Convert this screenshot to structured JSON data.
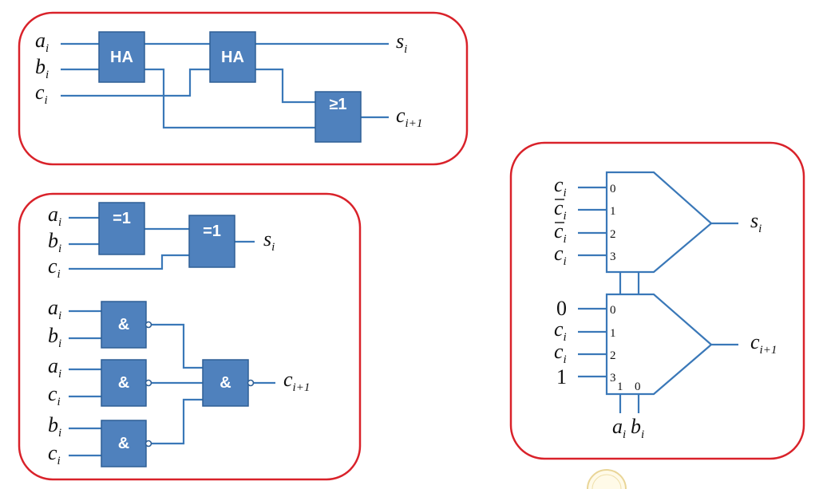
{
  "panel_full_adder_ha": {
    "inputs": [
      {
        "base": "a",
        "sub": "i"
      },
      {
        "base": "b",
        "sub": "i"
      },
      {
        "base": "c",
        "sub": "i"
      }
    ],
    "gates": [
      "HA",
      "HA",
      "≥1"
    ],
    "outputs": [
      {
        "base": "s",
        "sub": "i"
      },
      {
        "base": "c",
        "sub": "i+1"
      }
    ]
  },
  "panel_full_adder_gates": {
    "xor_inputs": [
      {
        "base": "a",
        "sub": "i"
      },
      {
        "base": "b",
        "sub": "i"
      },
      {
        "base": "c",
        "sub": "i"
      }
    ],
    "xor_gates": [
      "=1",
      "=1"
    ],
    "xor_output": {
      "base": "s",
      "sub": "i"
    },
    "nand_inputs": [
      {
        "base": "a",
        "sub": "i"
      },
      {
        "base": "b",
        "sub": "i"
      },
      {
        "base": "a",
        "sub": "i"
      },
      {
        "base": "c",
        "sub": "i"
      },
      {
        "base": "b",
        "sub": "i"
      },
      {
        "base": "c",
        "sub": "i"
      }
    ],
    "nand_gates": [
      "&",
      "&",
      "&",
      "&"
    ],
    "nand_output": {
      "base": "c",
      "sub": "i+1"
    }
  },
  "panel_full_adder_mux": {
    "top_inputs": [
      {
        "base": "c",
        "sub": "i",
        "bar": false
      },
      {
        "base": "c",
        "sub": "i",
        "bar": true
      },
      {
        "base": "c",
        "sub": "i",
        "bar": true
      },
      {
        "base": "c",
        "sub": "i",
        "bar": false
      }
    ],
    "top_input_numbers": [
      "0",
      "1",
      "2",
      "3"
    ],
    "top_output": {
      "base": "s",
      "sub": "i"
    },
    "bottom_inputs": [
      {
        "base": "0",
        "sub": "",
        "bar": false
      },
      {
        "base": "c",
        "sub": "i",
        "bar": false
      },
      {
        "base": "c",
        "sub": "i",
        "bar": false
      },
      {
        "base": "1",
        "sub": "",
        "bar": false
      }
    ],
    "bottom_input_numbers": [
      "0",
      "1",
      "2",
      "3"
    ],
    "select_numbers": [
      "1",
      "0"
    ],
    "select_labels": [
      {
        "base": "a",
        "sub": "i"
      },
      {
        "base": "b",
        "sub": "i"
      }
    ],
    "bottom_output": {
      "base": "c",
      "sub": "i+1"
    }
  }
}
